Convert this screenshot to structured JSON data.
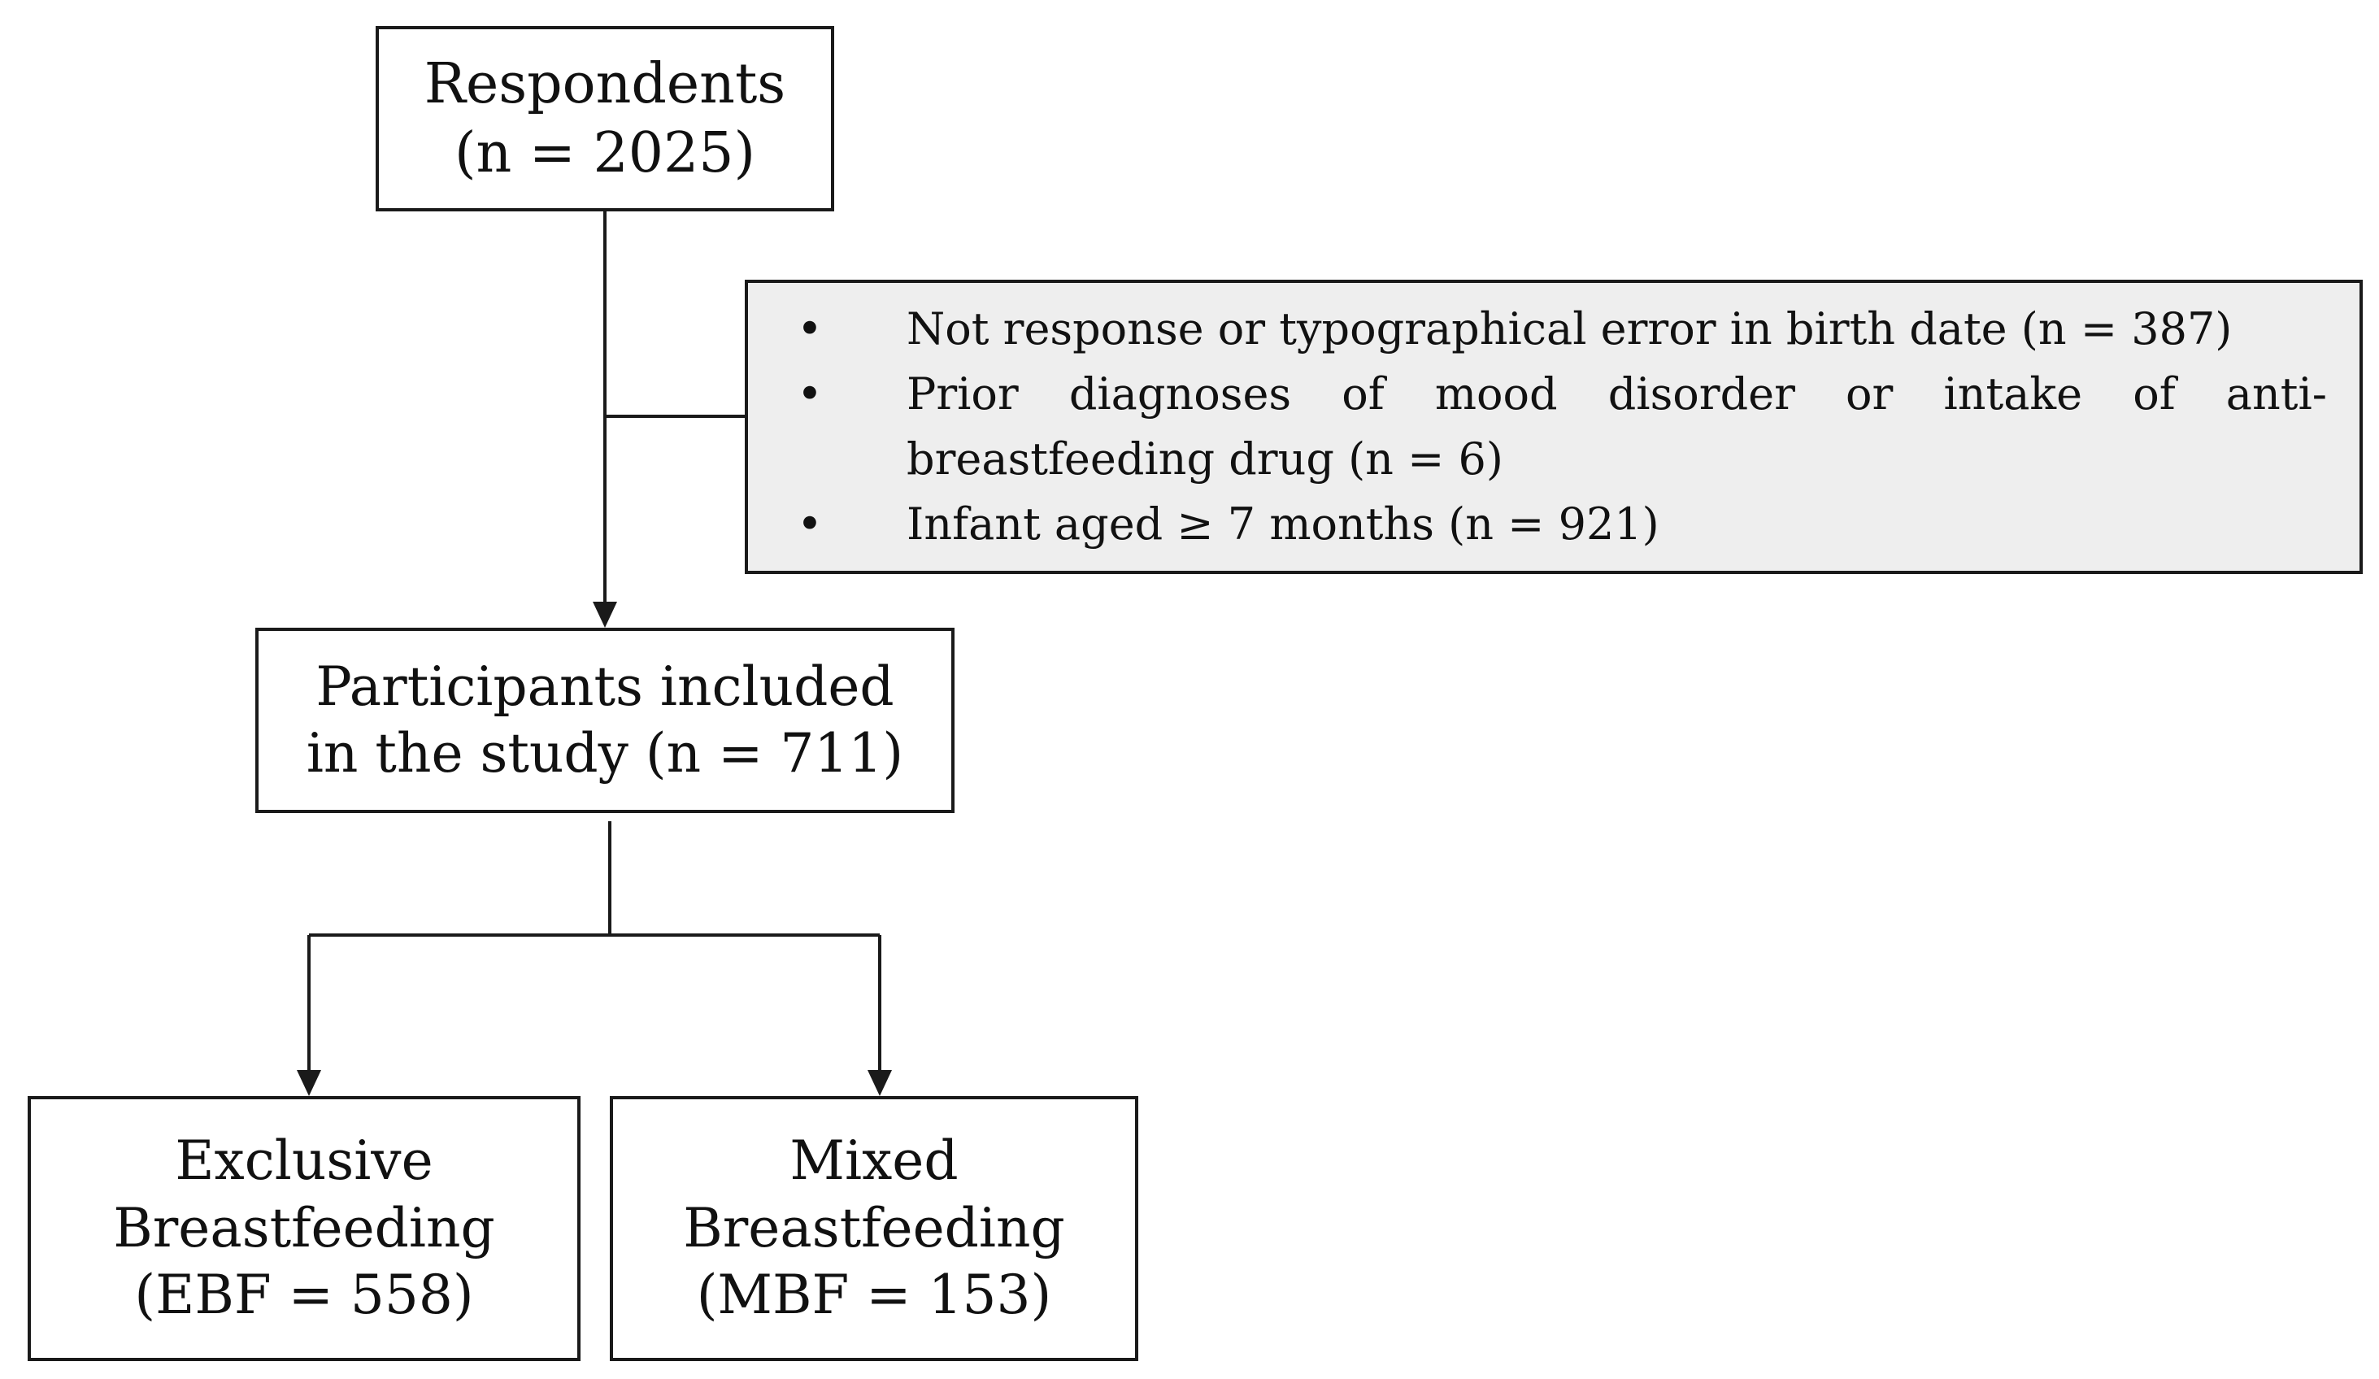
{
  "flowchart": {
    "respondents": {
      "line1": "Respondents",
      "line2": "(n = 2025)"
    },
    "exclusions": {
      "bullet": "•",
      "items": [
        "Not response or typographical error in birth date (n = 387)",
        "Prior diagnoses of mood disorder or intake of anti-breastfeeding drug (n = 6)",
        "Infant aged ≥ 7 months (n = 921)"
      ]
    },
    "participants": {
      "line1": "Participants included",
      "line2": "in the study (n = 711)"
    },
    "ebf": {
      "line1": "Exclusive",
      "line2": "Breastfeeding",
      "line3": "(EBF = 558)"
    },
    "mbf": {
      "line1": "Mixed",
      "line2": "Breastfeeding",
      "line3": "(MBF = 153)"
    }
  }
}
